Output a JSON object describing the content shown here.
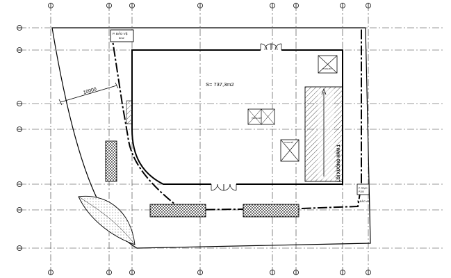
{
  "plan": {
    "area_label": "S= 737,3m2",
    "dimension_label": "10000",
    "guard_booth_top_line1": "P. BẢO VỆ",
    "guard_booth_top_line2": "6m2",
    "guard_booth_right": "P. BẢO VỆ",
    "small_room_line1": "P. TRỰC",
    "small_room_line2": "P.DIX",
    "ramp_label": "LỐI XUỐNG HẦM 1",
    "column_tag_top": "THANG BỘ",
    "column_tag_mid": "THANG MÁY",
    "column_tag_low": "THANG BỘ"
  },
  "colors": {
    "line": "#000000",
    "grid": "#333333",
    "hatch": "#555555",
    "background": "#ffffff"
  }
}
